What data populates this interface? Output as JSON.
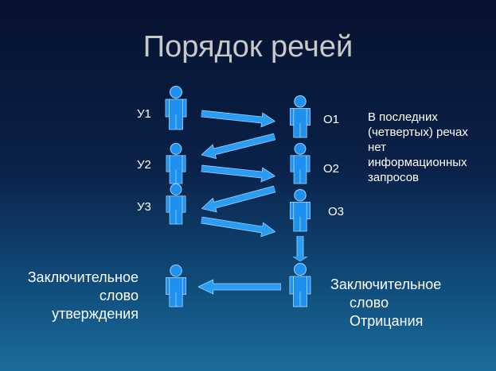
{
  "title": "Порядок речей",
  "left_labels": [
    "У1",
    "У2",
    "У3"
  ],
  "right_labels": [
    "О1",
    "О2",
    "О3"
  ],
  "note": [
    "В последних",
    "(четвертых) речах",
    "нет",
    "информационных",
    "запросов"
  ],
  "left_final": [
    "Заключительное",
    "слово",
    "утверждения"
  ],
  "right_final": [
    "Заключительное",
    "слово",
    "Отрицания"
  ],
  "colors": {
    "figure": "#1e90ef",
    "arrow": "#2a9cf2",
    "title": "#c8c8c8"
  }
}
